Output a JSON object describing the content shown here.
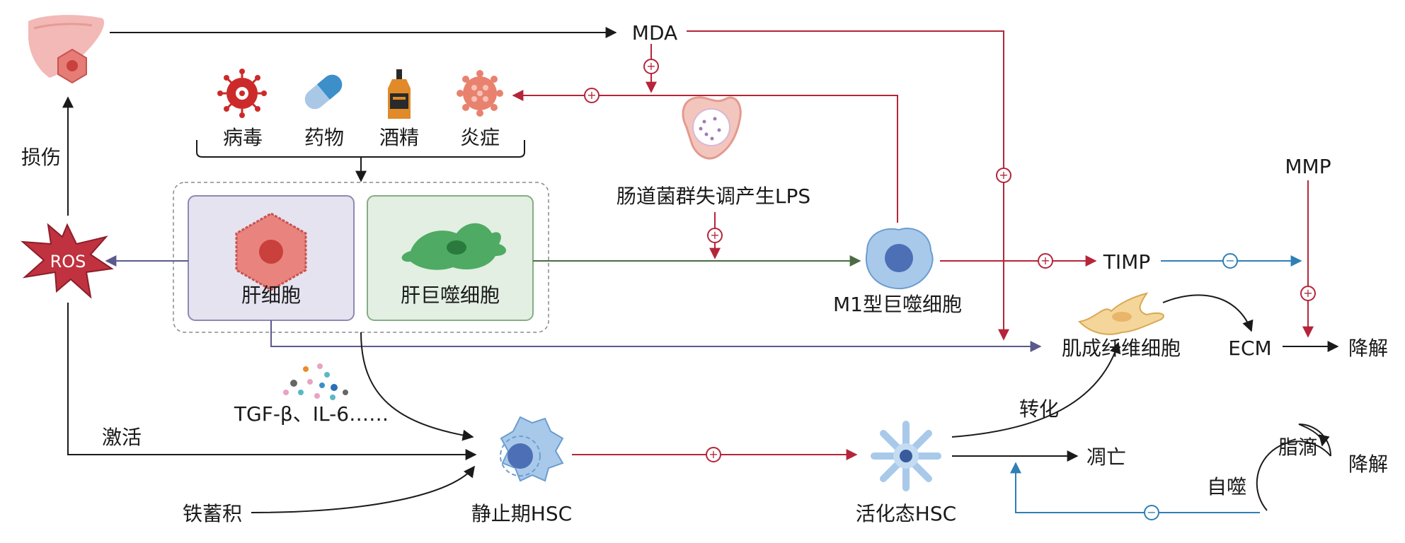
{
  "labels": {
    "mda": "MDA",
    "virus": "病毒",
    "drug": "药物",
    "alcohol": "酒精",
    "inflammation": "炎症",
    "damage": "损伤",
    "ros": "ROS",
    "hepatocyte": "肝细胞",
    "kupffer": "肝巨噬细胞",
    "lps": "肠道菌群失调产生LPS",
    "m1": "M1型巨噬细胞",
    "timp": "TIMP",
    "mmp": "MMP",
    "myofibroblast": "肌成纤维细胞",
    "ecm": "ECM",
    "degrade_ecm": "降解",
    "cytokines": "TGF-β、IL-6……",
    "activation": "激活",
    "iron": "铁蓄积",
    "quiescent_hsc": "静止期HSC",
    "active_hsc": "活化态HSC",
    "transform": "转化",
    "apoptosis": "凋亡",
    "lipid": "脂滴",
    "degrade_lipid": "降解",
    "autophagy": "自噬"
  },
  "signs": {
    "plus": "+",
    "minus": "−"
  },
  "colors": {
    "red": "#b5253a",
    "blue": "#2f7fb5",
    "purple": "#5b5a8c",
    "green": "#4c6b45",
    "black": "#1a1a1a",
    "hepatocyte_box": "#e6e3f1",
    "kupffer_box": "#e2efe2"
  }
}
